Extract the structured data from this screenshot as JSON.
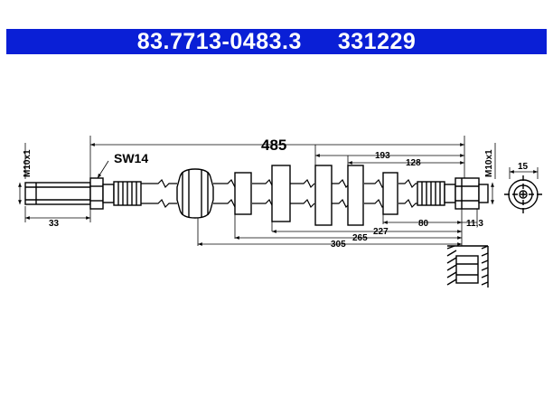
{
  "header": {
    "part_number": "83.7713-0483.3",
    "ref_number": "331229",
    "background": "#0a1fd6"
  },
  "dimensions": {
    "total_length": "485",
    "wrench_size": "SW14",
    "thread_left": "M10x1",
    "thread_right": "M10x1",
    "left_fitting": "33",
    "end_diameter": "15",
    "d193": "193",
    "d128": "128",
    "d80": "80",
    "d11_3": "11,3",
    "d227": "227",
    "d265": "265",
    "d305": "305"
  }
}
